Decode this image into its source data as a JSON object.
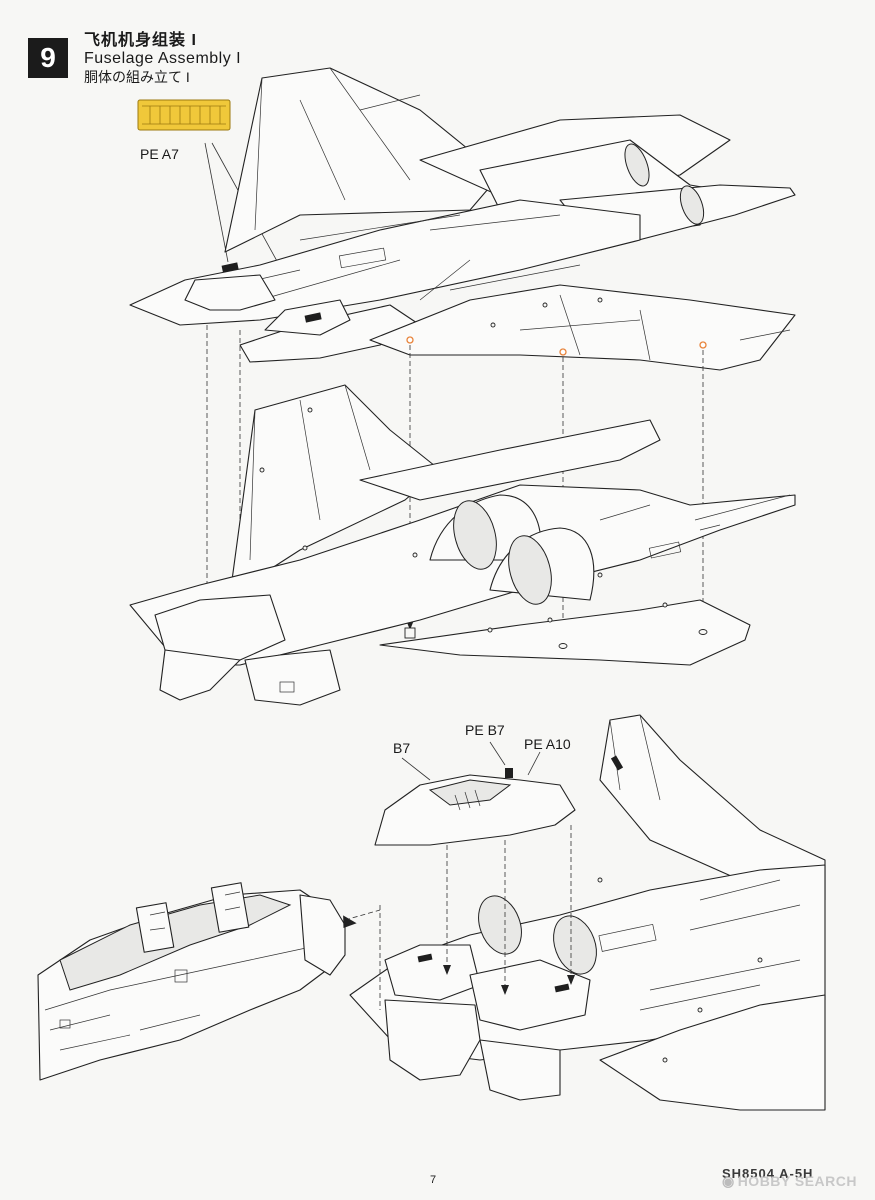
{
  "step": {
    "number": "9"
  },
  "title": {
    "chinese": "飞机机身组装 I",
    "english": "Fuselage Assembly I",
    "japanese": "胴体の組み立て I"
  },
  "callouts": {
    "pe_a7": "PE A7",
    "b7": "B7",
    "pe_b7": "PE B7",
    "pe_a10": "PE A10"
  },
  "footer": {
    "page_number": "7",
    "kit_code": "SH8504 A-5H",
    "watermark": "HOBBY SEARCH"
  },
  "colors": {
    "badge": "#1b1b1b",
    "pe_sheet": "#f0c83a",
    "highlight_ring": "#e8833a"
  },
  "icons": [
    "pe-fret-icon",
    "alignment-arrow-icon",
    "watermark-logo-icon"
  ]
}
